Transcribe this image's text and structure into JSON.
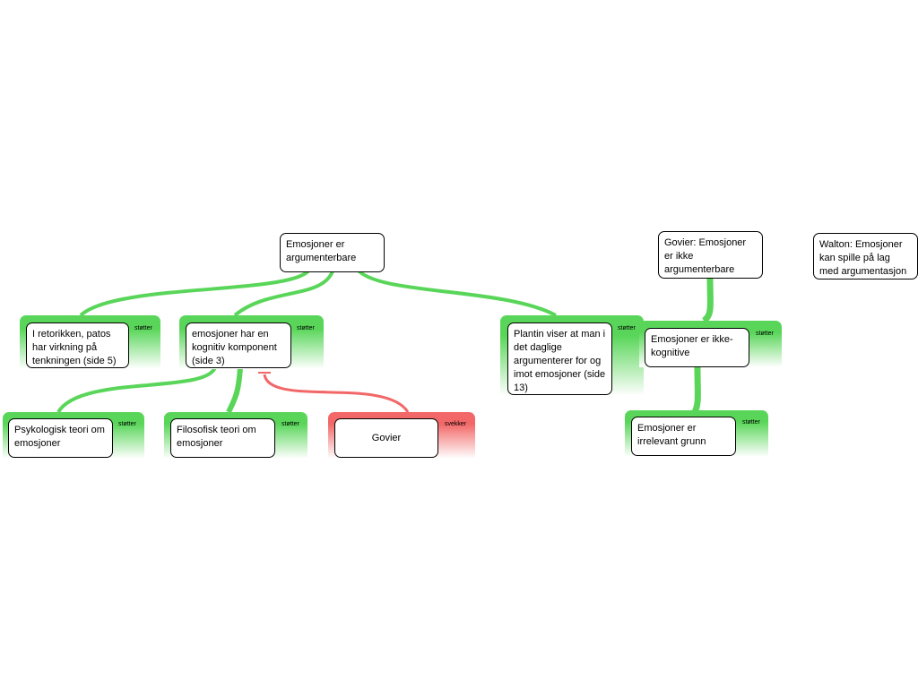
{
  "colors": {
    "supports": "#59d659",
    "weakens": "#f26767",
    "border": "#000000"
  },
  "nodes": {
    "root": "Emosjoner er argumenterbare",
    "retorikk": "I retorikken, patos har virkning på tenkningen (side 5)",
    "kognitiv": "emosjoner har en kognitiv komponent (side 3)",
    "plantin": "Plantin viser at man i det daglige argumenterer for og imot emosjoner (side 13)",
    "psykologisk": "Psykologisk teori om emosjoner",
    "filosofisk": "Filosofisk teori om emosjoner",
    "govier": "Govier",
    "govier_claim": "Govier: Emosjoner er ikke argumenterbare",
    "ikke_kognitive": "Emosjoner er ikke-kognitive",
    "irrelevant": "Emosjoner er irrelevant grunn",
    "walton": "Walton: Emosjoner kan spille på lag med argumentasjon"
  },
  "relations": {
    "retorikk": "støtter",
    "kognitiv": "støtter",
    "plantin": "støtter",
    "psykologisk": "støtter",
    "filosofisk": "støtter",
    "govier": "svekker",
    "ikke_kognitive": "støtter",
    "irrelevant": "støtter"
  }
}
